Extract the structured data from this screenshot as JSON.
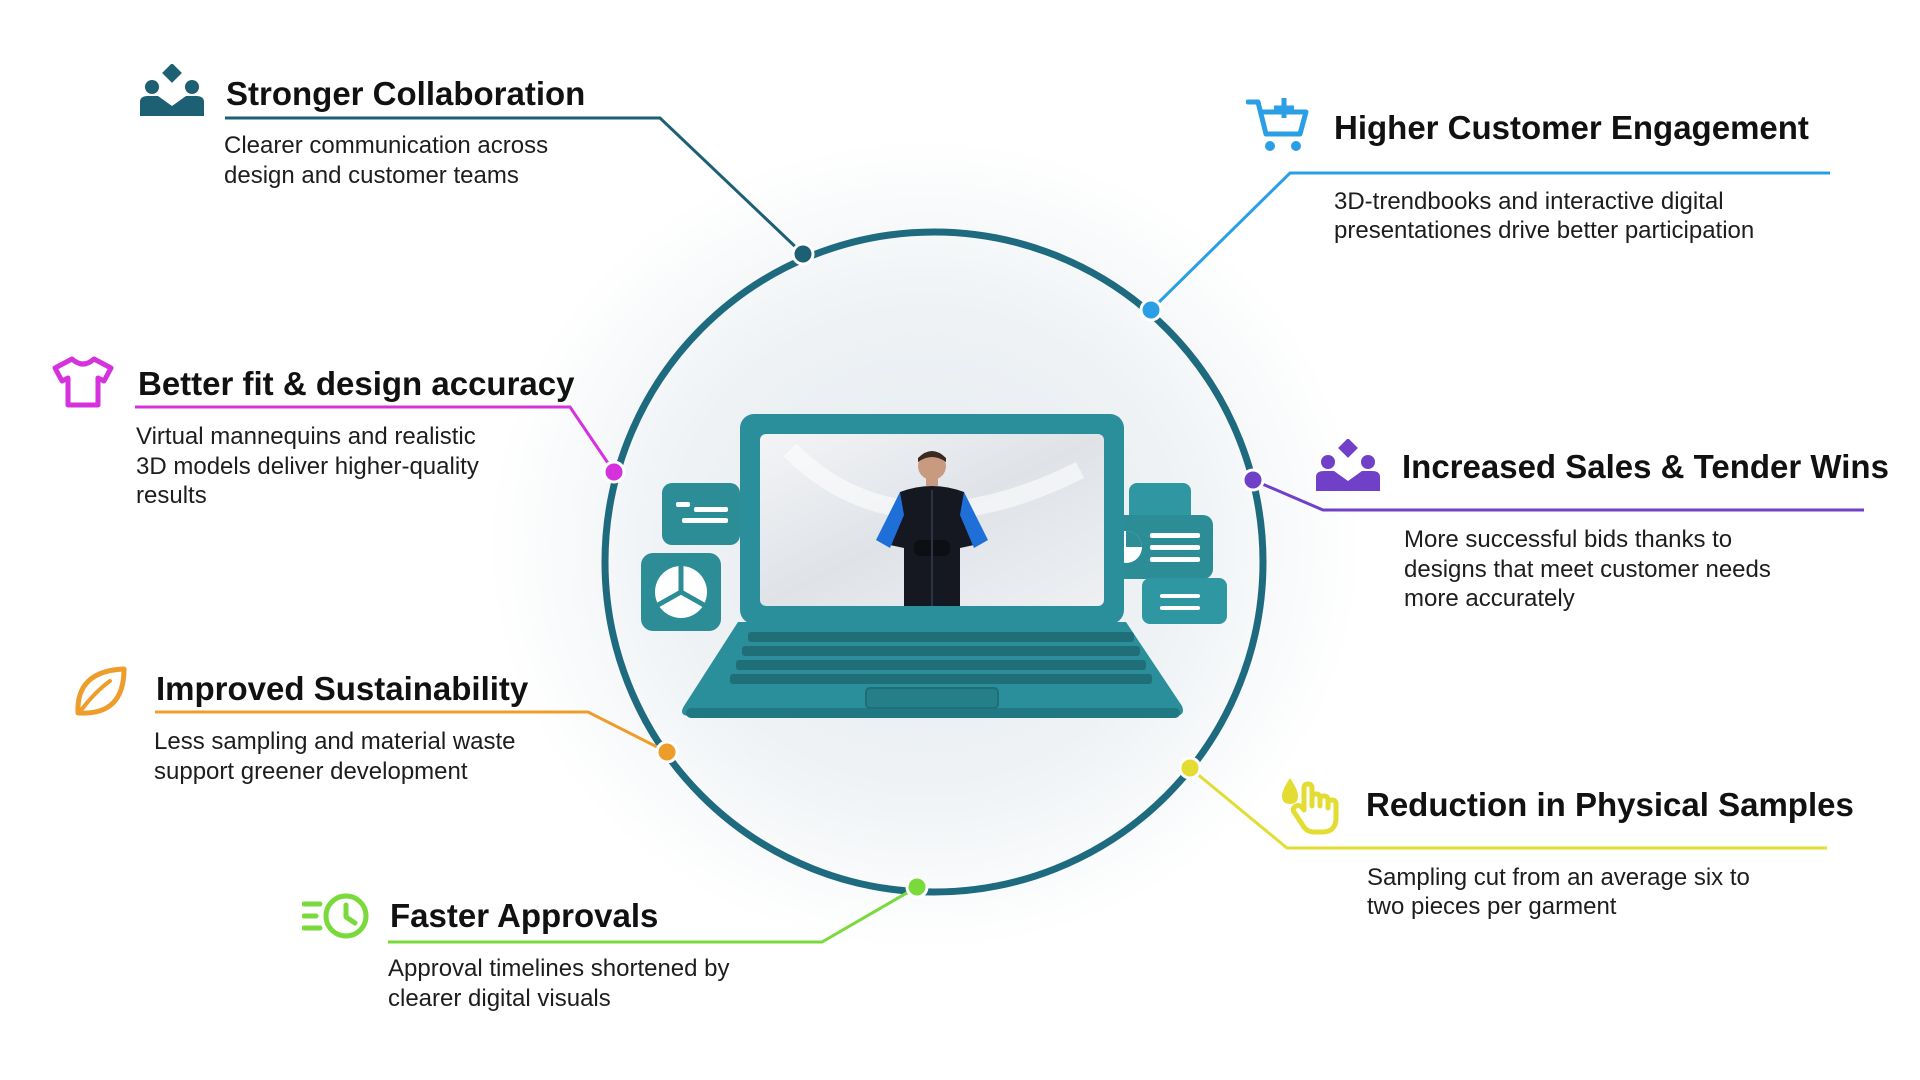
{
  "colors": {
    "ring": "#1e6a7e",
    "collaboration": "#1d5f73",
    "engagement": "#2b9fe6",
    "fit": "#d532dd",
    "sales": "#7140c8",
    "sustainability": "#ef9d2a",
    "samples": "#e2dc33",
    "approvals": "#7ad93b",
    "laptop": "#2a8f9a"
  },
  "benefits": [
    {
      "key": "collaboration",
      "icon": "people-diamond-icon",
      "title": "Stronger Collaboration",
      "desc_line1": "Clearer communication across",
      "desc_line2": "design and customer teams"
    },
    {
      "key": "engagement",
      "icon": "cart-plus-icon",
      "title": "Higher Customer Engagement",
      "desc_line1": "3D-trendbooks and interactive digital",
      "desc_line2": "presentationes drive better participation"
    },
    {
      "key": "fit",
      "icon": "t-shirt-icon",
      "title": "Better fit & design accuracy",
      "desc_line1": "Virtual mannequins and realistic",
      "desc_line2": "3D models deliver higher-quality",
      "desc_line3": "results"
    },
    {
      "key": "sales",
      "icon": "people-diamond-icon",
      "title": "Increased Sales & Tender Wins",
      "desc_line1": "More successful bids thanks to",
      "desc_line2": "designs that meet customer needs",
      "desc_line3": "more accurately"
    },
    {
      "key": "sustainability",
      "icon": "leaf-icon",
      "title": "Improved Sustainability",
      "desc_line1": "Less sampling and material waste",
      "desc_line2": "support greener development"
    },
    {
      "key": "samples",
      "icon": "hand-drop-icon",
      "title": "Reduction in Physical Samples",
      "desc_line1": "Sampling cut from an average six to",
      "desc_line2": "two pieces per garment"
    },
    {
      "key": "approvals",
      "icon": "fast-clock-icon",
      "title": "Faster Approvals",
      "desc_line1": "Approval timelines shortened by",
      "desc_line2": "clearer digital visuals"
    }
  ],
  "center": {
    "icon": "laptop-icon"
  }
}
